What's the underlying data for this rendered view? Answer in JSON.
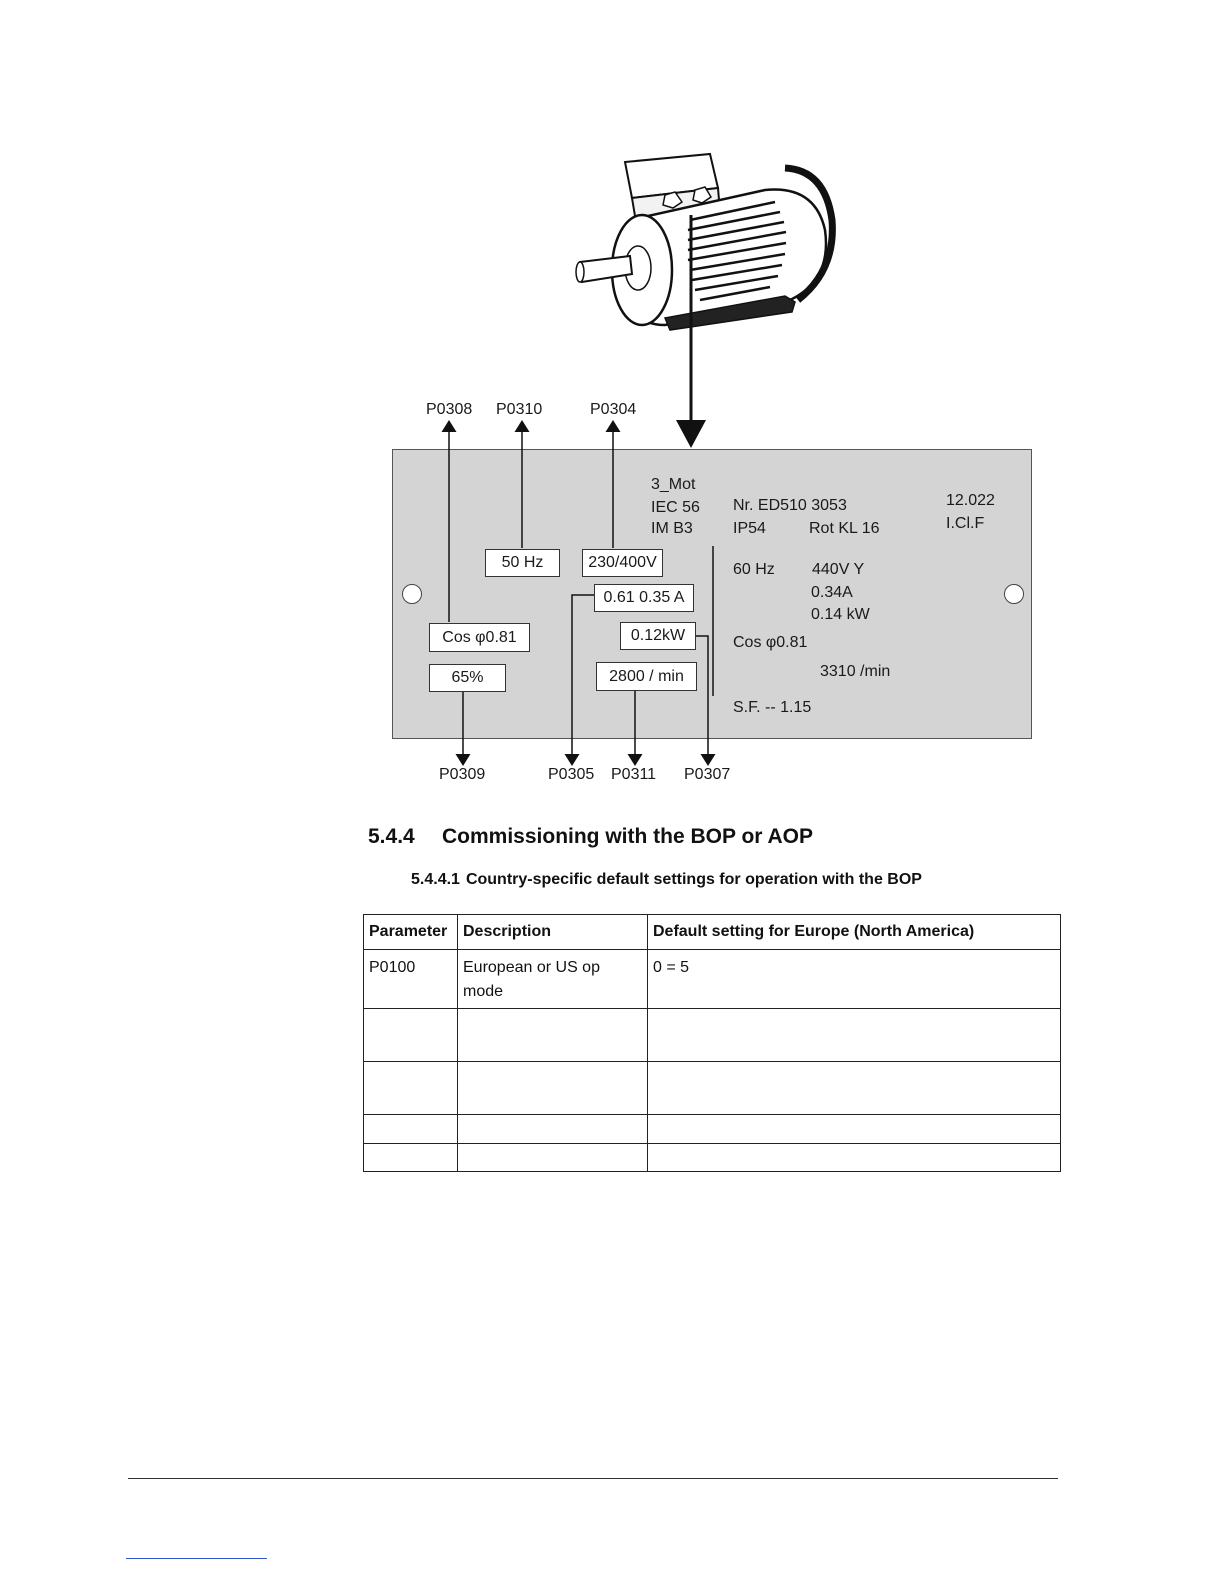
{
  "figure": {
    "top_params": [
      "P0308",
      "P0310",
      "P0304"
    ],
    "bottom_params": [
      "P0309",
      "P0305",
      "P0311",
      "P0307"
    ],
    "plate": {
      "type_lines": [
        "3_Mot",
        "IEC 56",
        "IM B3"
      ],
      "nr": "Nr. ED510 3053",
      "ip": "IP54",
      "rot": "Rot KL 16",
      "code_lines": [
        "12.022",
        "I.Cl.F"
      ],
      "boxed": {
        "frequency": "50 Hz",
        "voltage": "230/400V",
        "current": "0.61 0.35 A",
        "cos_phi": "Cos φ0.81",
        "power": "0.12kW",
        "efficiency": "65%",
        "speed": "2800 / min"
      },
      "right": {
        "freq": "60 Hz",
        "voltage": "440V Y",
        "current": "0.34A",
        "power": "0.14 kW",
        "cos_phi": "Cos φ0.81",
        "speed": "3310 /min",
        "sf": "S.F. -- 1.15"
      }
    }
  },
  "section": {
    "number": "5.4.4",
    "title": "Commissioning with the BOP or AOP"
  },
  "subsection": {
    "number": "5.4.4.1",
    "title": "Country-specific default settings for operation with the BOP"
  },
  "table": {
    "headers": [
      "Parameter",
      "Description",
      "Default setting for Europe (North America)"
    ],
    "rows": [
      [
        "P0100",
        "European or US op mode",
        "0 = 5"
      ],
      [
        "",
        "",
        ""
      ],
      [
        "",
        "",
        ""
      ],
      [
        "",
        "",
        ""
      ],
      [
        "",
        "",
        ""
      ]
    ]
  }
}
